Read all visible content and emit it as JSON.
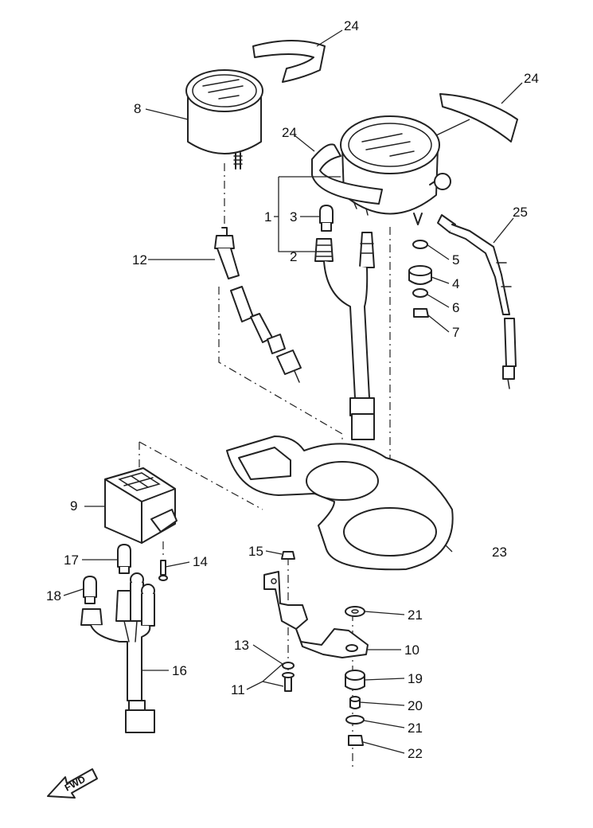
{
  "diagram": {
    "callouts": {
      "c1": "1",
      "c2": "2",
      "c3": "3",
      "c4": "4",
      "c5": "5",
      "c6": "6",
      "c7": "7",
      "c8": "8",
      "c9": "9",
      "c10": "10",
      "c11": "11",
      "c12": "12",
      "c13": "13",
      "c14": "14",
      "c15": "15",
      "c16": "16",
      "c17": "17",
      "c18": "18",
      "c19": "19",
      "c20": "20",
      "c21a": "21",
      "c21b": "21",
      "c22": "22",
      "c23": "23",
      "c24a": "24",
      "c24b": "24",
      "c24c": "24",
      "c25": "25"
    },
    "fwd_label": "FWD"
  }
}
